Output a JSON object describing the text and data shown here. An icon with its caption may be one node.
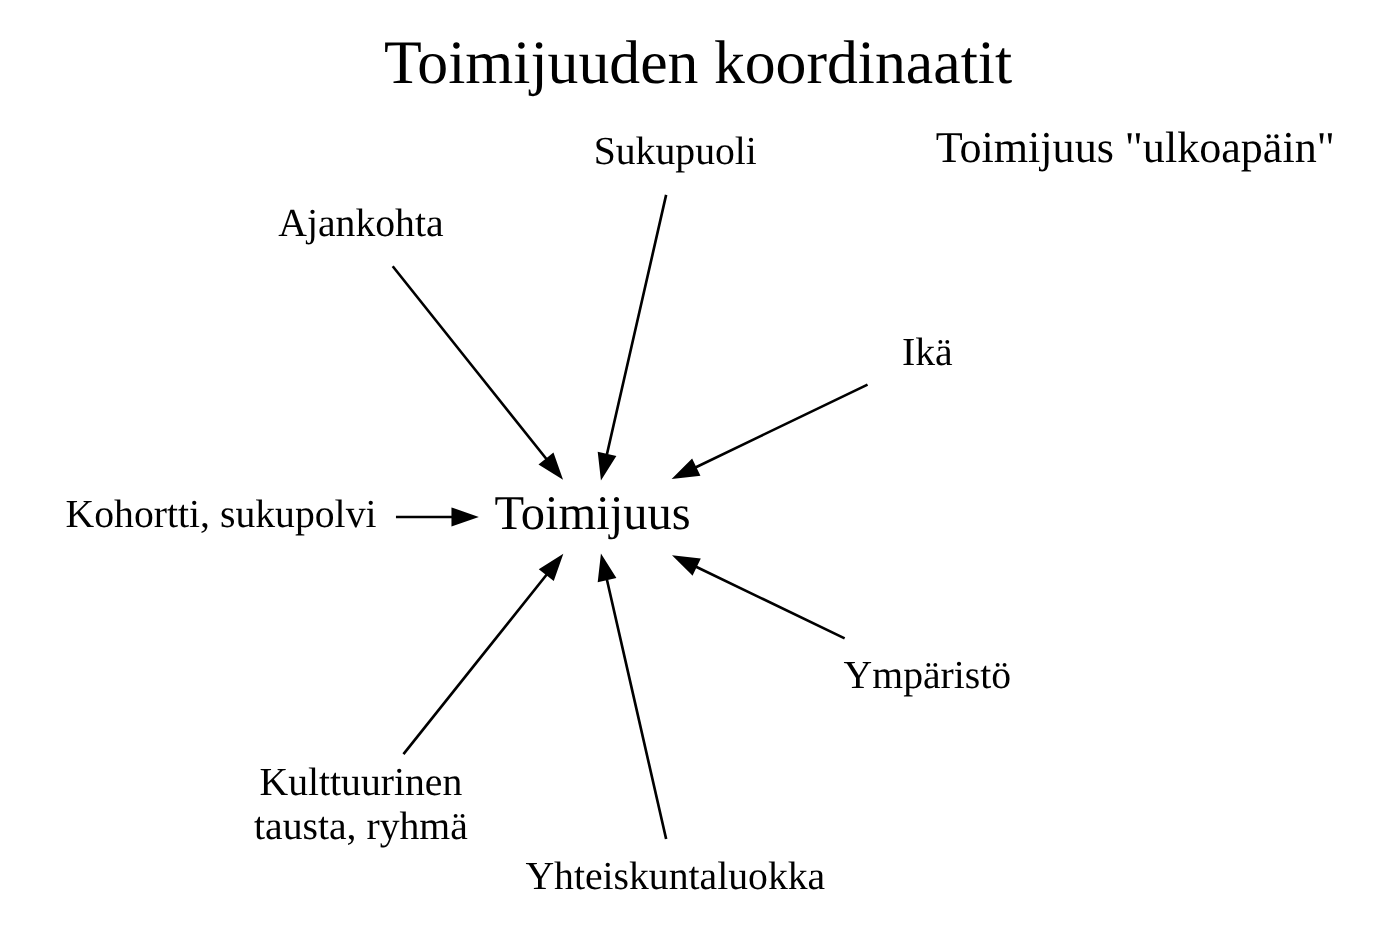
{
  "diagram": {
    "title": "Toimijuuden koordinaatit",
    "nodes": [
      {
        "text": [
          "Ikä"
        ]
      },
      {
        "text": [
          "Sukupuoli"
        ]
      },
      {
        "text": [
          "Ajankohta"
        ]
      },
      {
        "text": [
          "Kohortti, sukupolvi"
        ]
      },
      {
        "text": [
          "Toimijuus"
        ]
      },
      {
        "text": [
          "Kulttuurinen tausta, ryhmä"
        ]
      },
      {
        "text": [
          "Yhteiskuntaluokka"
        ]
      },
      {
        "text": [
          "Ympäristö"
        ]
      }
    ],
    "edges": [
      {
        "from": 0,
        "to": 4,
        "arrow": "to"
      },
      {
        "from": 1,
        "to": 4,
        "arrow": "to"
      },
      {
        "from": 2,
        "to": 4,
        "arrow": "to"
      },
      {
        "from": 3,
        "to": 4,
        "arrow": "to"
      },
      {
        "from": 5,
        "to": 4,
        "arrow": "to"
      },
      {
        "from": 6,
        "to": 4,
        "arrow": "to"
      },
      {
        "from": 7,
        "to": 4,
        "arrow": "to"
      }
    ],
    "labels": [
      "Toimijuus \"ulkoapäin\""
    ]
  }
}
